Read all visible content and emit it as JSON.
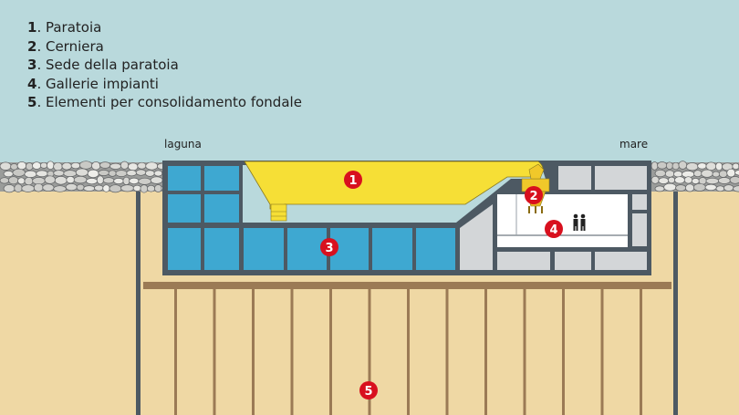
{
  "legend": {
    "items": [
      {
        "num": "1",
        "text": ". Paratoia"
      },
      {
        "num": "2",
        "text": ". Cerniera"
      },
      {
        "num": "3",
        "text": ". Sede della paratoia"
      },
      {
        "num": "4",
        "text": ". Gallerie impianti"
      },
      {
        "num": "5",
        "text": ". Elementi per consolidamento fondale"
      }
    ]
  },
  "labels": {
    "left_side": "laguna",
    "right_side": "mare"
  },
  "markers": [
    "1",
    "2",
    "3",
    "4",
    "5"
  ],
  "colors": {
    "water": "#b9d9dc",
    "sand": "#efd8a4",
    "concrete": "#4d5963",
    "cell_blue": "#3ea8d1",
    "gate_yellow": "#f6df36",
    "marker_red": "#d8101e",
    "room_white": "#ffffff",
    "cell_gray": "#d3d6d8",
    "piles": "#9b7a55"
  }
}
